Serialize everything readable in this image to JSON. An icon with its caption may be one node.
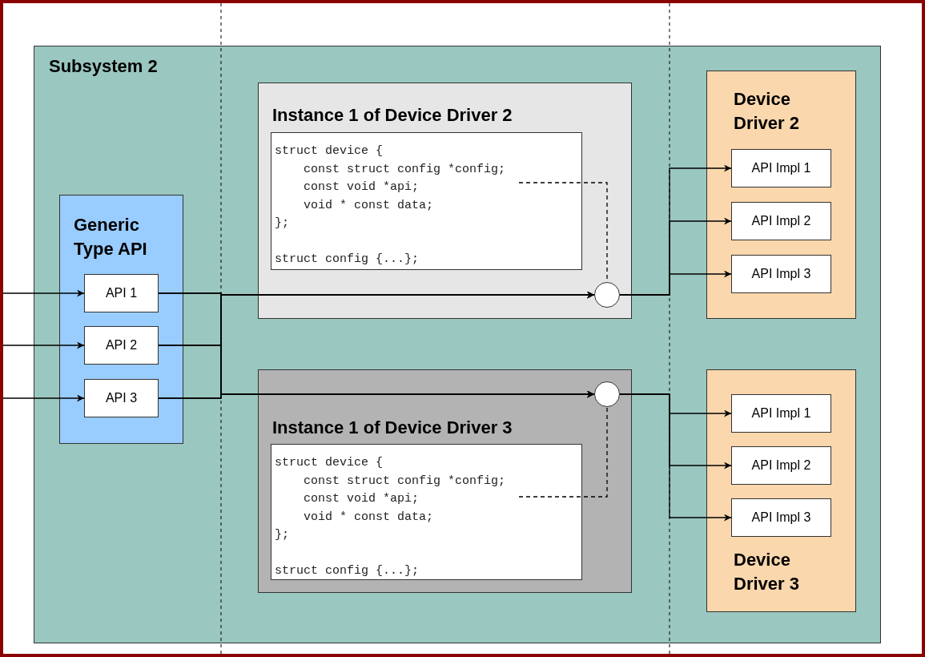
{
  "diagram": {
    "nodes": [
      {
        "text": [
          "Subsystem 2"
        ]
      },
      {
        "text": [
          "Generic Type API"
        ],
        "in": 0
      },
      {
        "text": [
          "API 1"
        ],
        "in": 1
      },
      {
        "text": [
          "API 2"
        ],
        "in": 1
      },
      {
        "text": [
          "API 3"
        ],
        "in": 1
      },
      {
        "text": [
          "Instance 1 of Device Driver 2"
        ],
        "in": 0
      },
      {
        "text": [
          "struct device {",
          "    const struct config *config;",
          "    const void *api;",
          "    void * const data;",
          "};",
          "struct config {...};"
        ],
        "in": 5
      },
      {
        "text": [],
        "shape": "circle",
        "in": 5
      },
      {
        "text": [
          "Instance 1 of Device Driver 3"
        ],
        "in": 0
      },
      {
        "text": [
          "struct device {",
          "    const struct config *config;",
          "    const void *api;",
          "    void * const data;",
          "};",
          "struct config {...};"
        ],
        "in": 8
      },
      {
        "text": [],
        "shape": "circle",
        "in": 8
      },
      {
        "text": [
          "Device Driver 2"
        ],
        "in": 0
      },
      {
        "text": [
          "API Impl 1"
        ],
        "in": 11
      },
      {
        "text": [
          "API Impl 2"
        ],
        "in": 11
      },
      {
        "text": [
          "API Impl 3"
        ],
        "in": 11
      },
      {
        "text": [
          "Device Driver 3"
        ],
        "in": 0
      },
      {
        "text": [
          "API Impl 1"
        ],
        "in": 15
      },
      {
        "text": [
          "API Impl 2"
        ],
        "in": 15
      },
      {
        "text": [
          "API Impl 3"
        ],
        "in": 15
      }
    ],
    "edges": [
      {
        "from": null,
        "to": 2,
        "arrow": "to"
      },
      {
        "from": null,
        "to": 3,
        "arrow": "to"
      },
      {
        "from": null,
        "to": 4,
        "arrow": "to"
      },
      {
        "from": 2,
        "to": 7,
        "arrow": "to"
      },
      {
        "from": 3,
        "to": 7,
        "arrow": "to"
      },
      {
        "from": 4,
        "to": 7,
        "arrow": "to"
      },
      {
        "from": 2,
        "to": 10,
        "arrow": "to"
      },
      {
        "from": 3,
        "to": 10,
        "arrow": "to"
      },
      {
        "from": 4,
        "to": 10,
        "arrow": "to"
      },
      {
        "from": 7,
        "to": 12,
        "arrow": "to"
      },
      {
        "from": 7,
        "to": 13,
        "arrow": "to"
      },
      {
        "from": 7,
        "to": 14,
        "arrow": "to"
      },
      {
        "from": 10,
        "to": 16,
        "arrow": "to"
      },
      {
        "from": 10,
        "to": 17,
        "arrow": "to"
      },
      {
        "from": 10,
        "to": 18,
        "arrow": "to"
      },
      {
        "from": 6,
        "to": 7,
        "arrow": "none",
        "style": "dashed"
      },
      {
        "from": 9,
        "to": 10,
        "arrow": "none",
        "style": "dashed"
      }
    ]
  }
}
